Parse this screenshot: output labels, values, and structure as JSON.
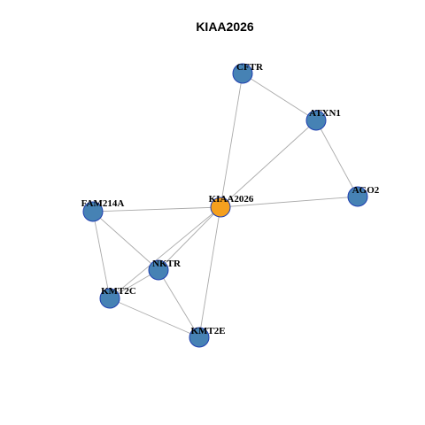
{
  "title": "KIAA2026",
  "colors": {
    "center_node": "#f5a01e",
    "neighbor_node": "#4682b4",
    "node_border": "#1f3fb0",
    "edge": "#aaaaaa"
  },
  "nodes": [
    {
      "id": "CFTR",
      "label": "CFTR",
      "role": "neighbor"
    },
    {
      "id": "ATXN1",
      "label": "ATXN1",
      "role": "neighbor"
    },
    {
      "id": "AGO2",
      "label": "AGO2",
      "role": "neighbor"
    },
    {
      "id": "KIAA2026",
      "label": "KIAA2026",
      "role": "center"
    },
    {
      "id": "FAM214A",
      "label": "FAM214A",
      "role": "neighbor"
    },
    {
      "id": "NKTR",
      "label": "NKTR",
      "role": "neighbor"
    },
    {
      "id": "KMT2C",
      "label": "KMT2C",
      "role": "neighbor"
    },
    {
      "id": "KMT2E",
      "label": "KMT2E",
      "role": "neighbor"
    }
  ],
  "edges": [
    [
      "CFTR",
      "ATXN1"
    ],
    [
      "CFTR",
      "KIAA2026"
    ],
    [
      "ATXN1",
      "KIAA2026"
    ],
    [
      "ATXN1",
      "AGO2"
    ],
    [
      "AGO2",
      "KIAA2026"
    ],
    [
      "FAM214A",
      "KIAA2026"
    ],
    [
      "FAM214A",
      "NKTR"
    ],
    [
      "FAM214A",
      "KMT2C"
    ],
    [
      "KIAA2026",
      "NKTR"
    ],
    [
      "KIAA2026",
      "KMT2C"
    ],
    [
      "KIAA2026",
      "KMT2E"
    ],
    [
      "NKTR",
      "KMT2C"
    ],
    [
      "NKTR",
      "KMT2E"
    ],
    [
      "KMT2C",
      "KMT2E"
    ]
  ]
}
